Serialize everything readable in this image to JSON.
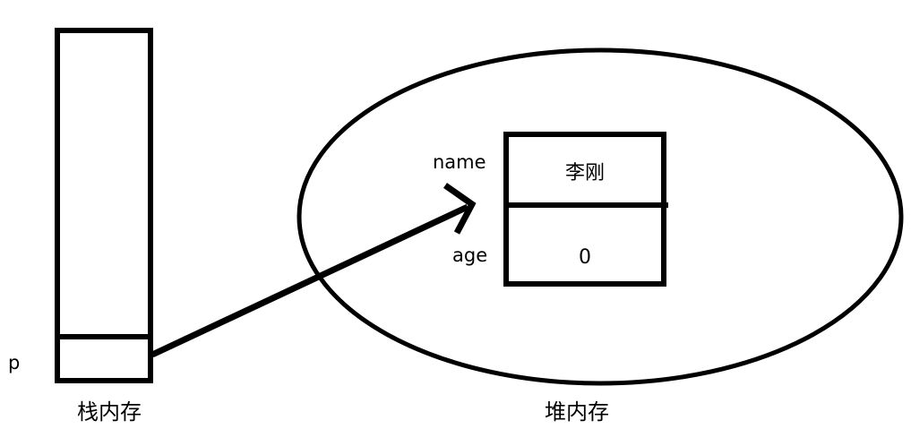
{
  "diagram": {
    "title": "Java stack and heap memory reference diagram",
    "stroke_color": "#000000",
    "background_color": "#ffffff"
  },
  "stack": {
    "pointer_label": "p",
    "caption": "栈内存",
    "cells": [
      {
        "value": ""
      },
      {
        "value": ""
      }
    ]
  },
  "heap": {
    "caption": "堆内存",
    "object_box": {
      "fields": [
        {
          "name": "name",
          "value": "李刚"
        },
        {
          "name": "age",
          "value": "0"
        }
      ]
    }
  },
  "arrow": {
    "label": "",
    "from": "stack-pointer-cell",
    "to": "heap-object-box"
  }
}
